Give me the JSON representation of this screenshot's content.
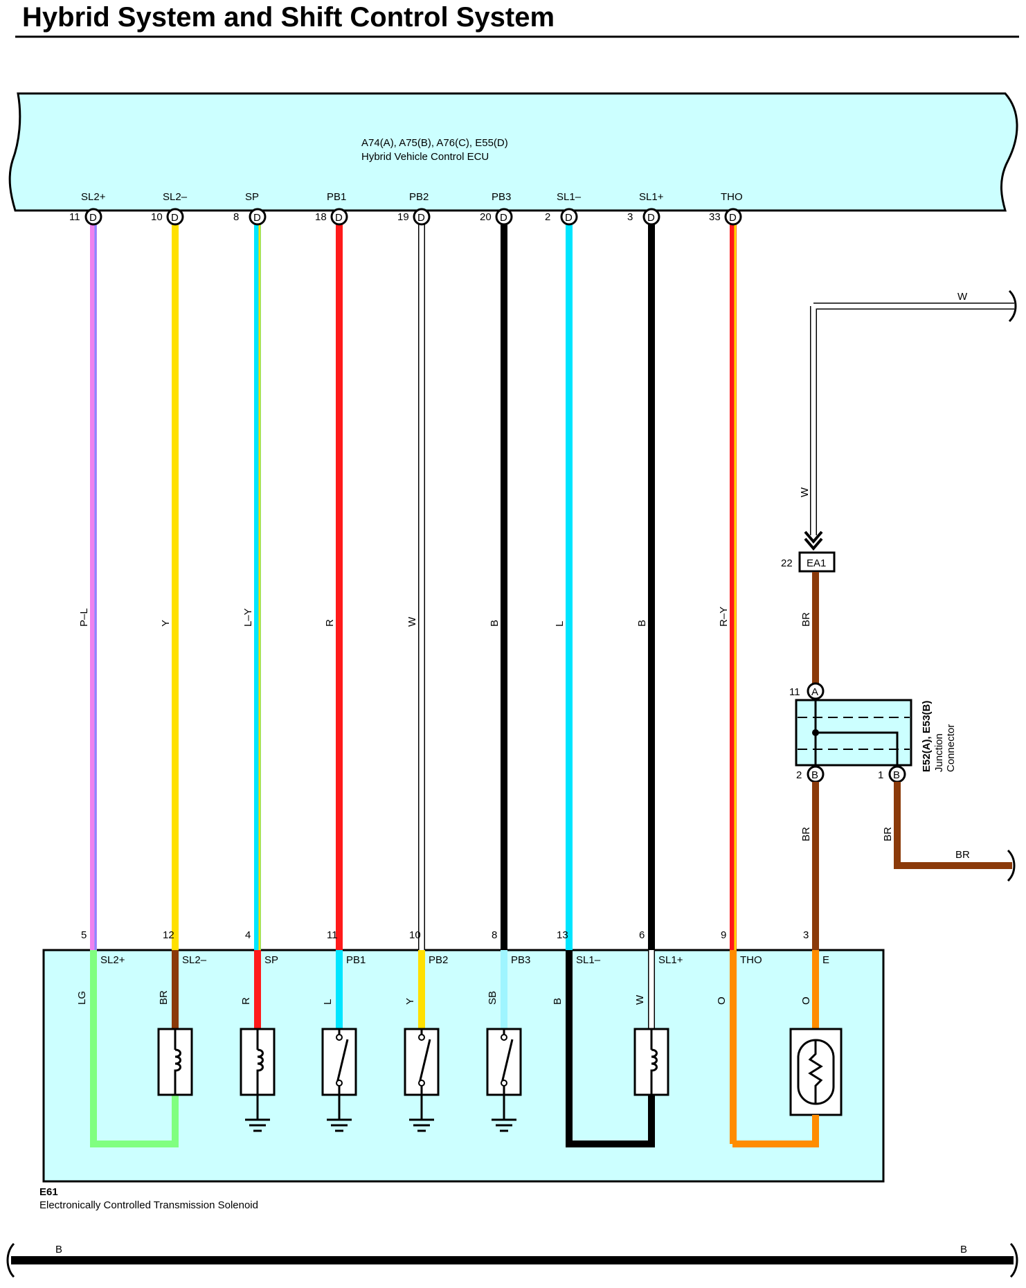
{
  "title": "Hybrid System and Shift Control System",
  "ecu": {
    "connectors": "A74(A), A75(B), A76(C), E55(D)",
    "name": "Hybrid Vehicle Control ECU"
  },
  "solenoid": {
    "code": "E61",
    "name": "Electronically Controlled Transmission Solenoid"
  },
  "wires": [
    {
      "ecu_terminal": "SL2+",
      "ecu_pin": "11",
      "ecu_conn": "D",
      "color_code": "P–L",
      "main_color": "#ee82ee",
      "stripe_color": "#8888ff",
      "sol_pin": "5",
      "sol_terminal": "SL2+",
      "inner_code": "LG",
      "inner_color": "#80ff80",
      "element": "loop"
    },
    {
      "ecu_terminal": "SL2–",
      "ecu_pin": "10",
      "ecu_conn": "D",
      "color_code": "Y",
      "main_color": "#ffe000",
      "stripe_color": "",
      "sol_pin": "12",
      "sol_terminal": "SL2–",
      "inner_code": "BR",
      "inner_color": "#8b3a0a",
      "element": "coil-loop"
    },
    {
      "ecu_terminal": "SP",
      "ecu_pin": "8",
      "ecu_conn": "D",
      "color_code": "L–Y",
      "main_color": "#00e5ff",
      "stripe_color": "#ffe000",
      "sol_pin": "4",
      "sol_terminal": "SP",
      "inner_code": "R",
      "inner_color": "#ff1a1a",
      "element": "coil-ground"
    },
    {
      "ecu_terminal": "PB1",
      "ecu_pin": "18",
      "ecu_conn": "D",
      "color_code": "R",
      "main_color": "#ff1a1a",
      "stripe_color": "",
      "sol_pin": "11",
      "sol_terminal": "PB1",
      "inner_code": "L",
      "inner_color": "#00e5ff",
      "element": "switch-ground"
    },
    {
      "ecu_terminal": "PB2",
      "ecu_pin": "19",
      "ecu_conn": "D",
      "color_code": "W",
      "main_color": "#ffffff",
      "stripe_color": "",
      "sol_pin": "10",
      "sol_terminal": "PB2",
      "inner_code": "Y",
      "inner_color": "#ffe000",
      "element": "switch-ground"
    },
    {
      "ecu_terminal": "PB3",
      "ecu_pin": "20",
      "ecu_conn": "D",
      "color_code": "B",
      "main_color": "#000000",
      "stripe_color": "",
      "sol_pin": "8",
      "sol_terminal": "PB3",
      "inner_code": "SB",
      "inner_color": "#9ff5ff",
      "element": "switch-ground"
    },
    {
      "ecu_terminal": "SL1–",
      "ecu_pin": "2",
      "ecu_conn": "D",
      "color_code": "L",
      "main_color": "#00e5ff",
      "stripe_color": "",
      "sol_pin": "13",
      "sol_terminal": "SL1–",
      "inner_code": "B",
      "inner_color": "#000000",
      "element": "loop"
    },
    {
      "ecu_terminal": "SL1+",
      "ecu_pin": "3",
      "ecu_conn": "D",
      "color_code": "B",
      "main_color": "#000000",
      "stripe_color": "",
      "sol_pin": "6",
      "sol_terminal": "SL1+",
      "inner_code": "W",
      "inner_color": "#ffffff",
      "element": "coil-loop"
    },
    {
      "ecu_terminal": "THO",
      "ecu_pin": "33",
      "ecu_conn": "D",
      "color_code": "R–Y",
      "main_color": "#ff1a1a",
      "stripe_color": "#ffe000",
      "sol_pin": "9",
      "sol_terminal": "THO",
      "inner_code": "O",
      "inner_color": "#ff8c00",
      "element": "loop"
    }
  ],
  "e_branch": {
    "sol_pin": "3",
    "sol_terminal": "E",
    "inner_code": "O",
    "inner_color": "#ff8c00",
    "wire_code": "BR",
    "wire_color": "#8b3a0a"
  },
  "ea1": {
    "pin": "22",
    "label": "EA1",
    "in_code": "W",
    "top_code": "W"
  },
  "junction": {
    "connectors": "E52(A), E53(B)",
    "line1": "Junction",
    "line2": "Connector",
    "top_pin": "11",
    "top_conn": "A",
    "left_pin": "2",
    "left_conn": "B",
    "right_pin": "1",
    "right_conn": "B",
    "mid_code": "BR",
    "low_code": "BR",
    "right_code": "BR",
    "out_code": "BR"
  },
  "ground_bus": {
    "left_code": "B",
    "right_code": "B"
  },
  "colors": {
    "ecu_fill": "#ccffff",
    "solenoid_fill": "#ccffff",
    "outline": "#000000",
    "brown": "#8b3a0a"
  }
}
